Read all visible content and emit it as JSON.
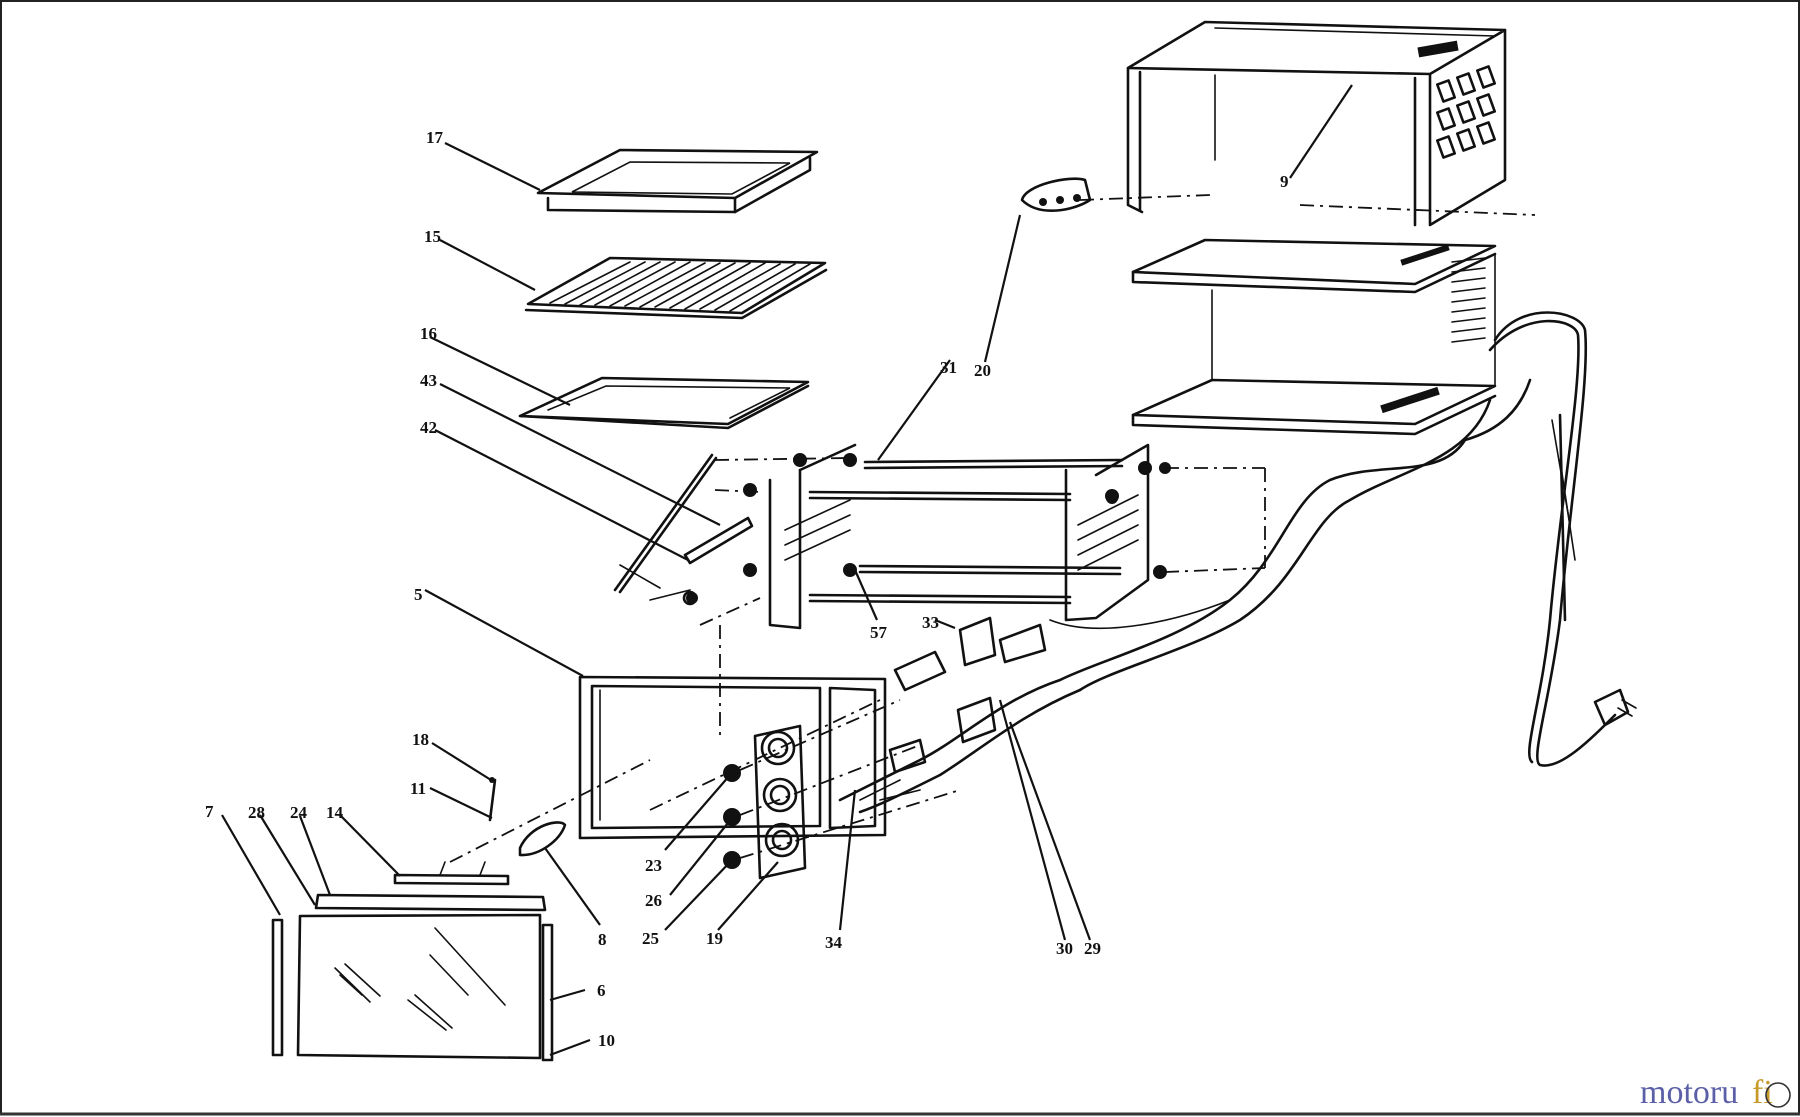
{
  "diagram": {
    "type": "exploded-parts-view",
    "callouts": [
      {
        "id": "c17",
        "label": "17"
      },
      {
        "id": "c15",
        "label": "15"
      },
      {
        "id": "c16",
        "label": "16"
      },
      {
        "id": "c43",
        "label": "43"
      },
      {
        "id": "c42",
        "label": "42"
      },
      {
        "id": "c31",
        "label": "31"
      },
      {
        "id": "c20",
        "label": "20"
      },
      {
        "id": "c9",
        "label": "9"
      },
      {
        "id": "c5",
        "label": "5"
      },
      {
        "id": "c57",
        "label": "57"
      },
      {
        "id": "c33",
        "label": "33"
      },
      {
        "id": "c18",
        "label": "18"
      },
      {
        "id": "c11",
        "label": "11"
      },
      {
        "id": "c7",
        "label": "7"
      },
      {
        "id": "c28",
        "label": "28"
      },
      {
        "id": "c24",
        "label": "24"
      },
      {
        "id": "c14",
        "label": "14"
      },
      {
        "id": "c8",
        "label": "8"
      },
      {
        "id": "c23",
        "label": "23"
      },
      {
        "id": "c26",
        "label": "26"
      },
      {
        "id": "c25",
        "label": "25"
      },
      {
        "id": "c19",
        "label": "19"
      },
      {
        "id": "c34",
        "label": "34"
      },
      {
        "id": "c30",
        "label": "30"
      },
      {
        "id": "c29",
        "label": "29"
      },
      {
        "id": "c6",
        "label": "6"
      },
      {
        "id": "c10",
        "label": "10"
      }
    ]
  },
  "watermark": {
    "part_a": "motoru",
    "part_b": "fi",
    "brand_color_a": "#5b5fa8",
    "brand_color_b": "#c79a2a"
  }
}
